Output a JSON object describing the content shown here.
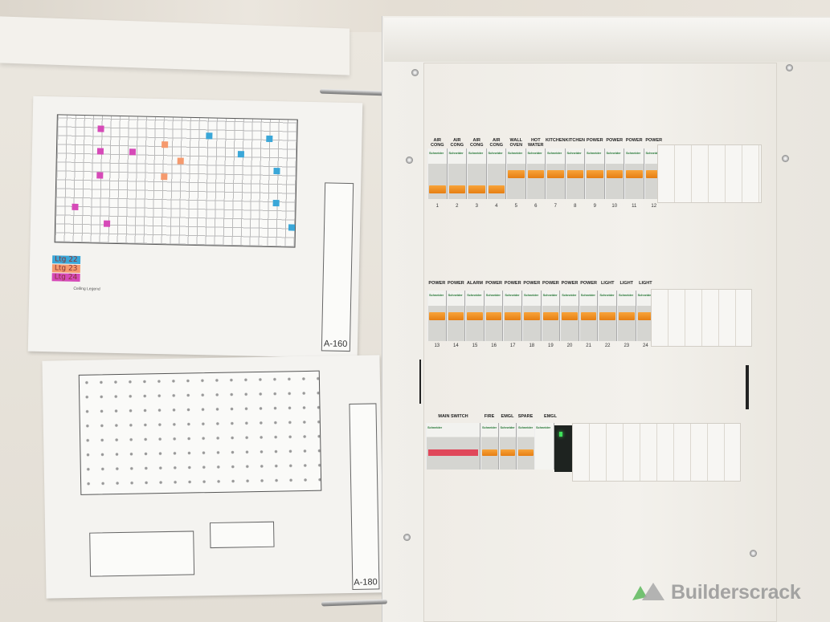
{
  "photo": {
    "plans": {
      "sheet1": {
        "drawing_no": "A-160",
        "handwritten": [
          "Ltg 22",
          "Ltg 23",
          "Ltg 24"
        ],
        "legend_title": "Ceiling Legend"
      },
      "sheet2": {
        "drawing_no": "A-180"
      }
    },
    "switchboard": {
      "row1": {
        "labels": [
          "AIR CONG",
          "AIR CONG",
          "AIR CONG",
          "AIR CONG",
          "WALL OVEN",
          "HOT WATER",
          "KITCHEN",
          "KITCHEN",
          "POWER",
          "POWER",
          "POWER",
          "POWER"
        ],
        "numbers": [
          "1",
          "2",
          "3",
          "4",
          "5",
          "6",
          "7",
          "8",
          "9",
          "10",
          "11",
          "12"
        ],
        "toggle_positions": [
          "down",
          "down",
          "down",
          "down",
          "up",
          "up",
          "up",
          "up",
          "up",
          "up",
          "up",
          "up"
        ]
      },
      "row2": {
        "labels": [
          "POWER",
          "POWER",
          "ALARM",
          "POWER",
          "POWER",
          "POWER",
          "POWER",
          "POWER",
          "POWER",
          "LIGHT",
          "LIGHT",
          "LIGHT"
        ],
        "numbers": [
          "13",
          "14",
          "15",
          "16",
          "17",
          "18",
          "19",
          "20",
          "21",
          "22",
          "23",
          "24"
        ]
      },
      "row3": {
        "main_switch_label": "MAIN SWITCH",
        "labels": [
          "FIRE",
          "EMGL",
          "SPARE",
          "EMGL"
        ]
      },
      "brand": "Schneider"
    },
    "watermark": "Builderscrack",
    "colors": {
      "toggle": "#f39a2b",
      "main_switch": "#e0475a",
      "led": "#3fe05a",
      "highlight_blue": "#3aa7d8",
      "highlight_orange": "#f59a6e",
      "highlight_magenta": "#d64ab8",
      "watermark_green": "#5cb85c"
    }
  }
}
